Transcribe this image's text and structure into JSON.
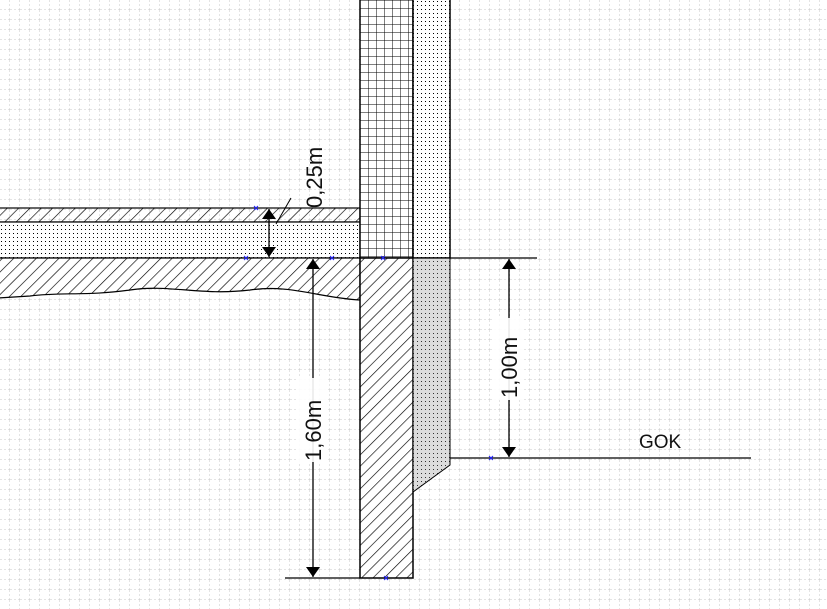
{
  "drawing": {
    "dimensions": {
      "slab_thickness": "0,25m",
      "wall_height": "1,60m",
      "above_ground": "1,00m"
    },
    "ground_label": "GOK"
  },
  "colors": {
    "line": "#000000",
    "grid": "#c8c8c8",
    "gravel_fill": "#dcdcdc",
    "snap_marker": "#2020ff"
  }
}
